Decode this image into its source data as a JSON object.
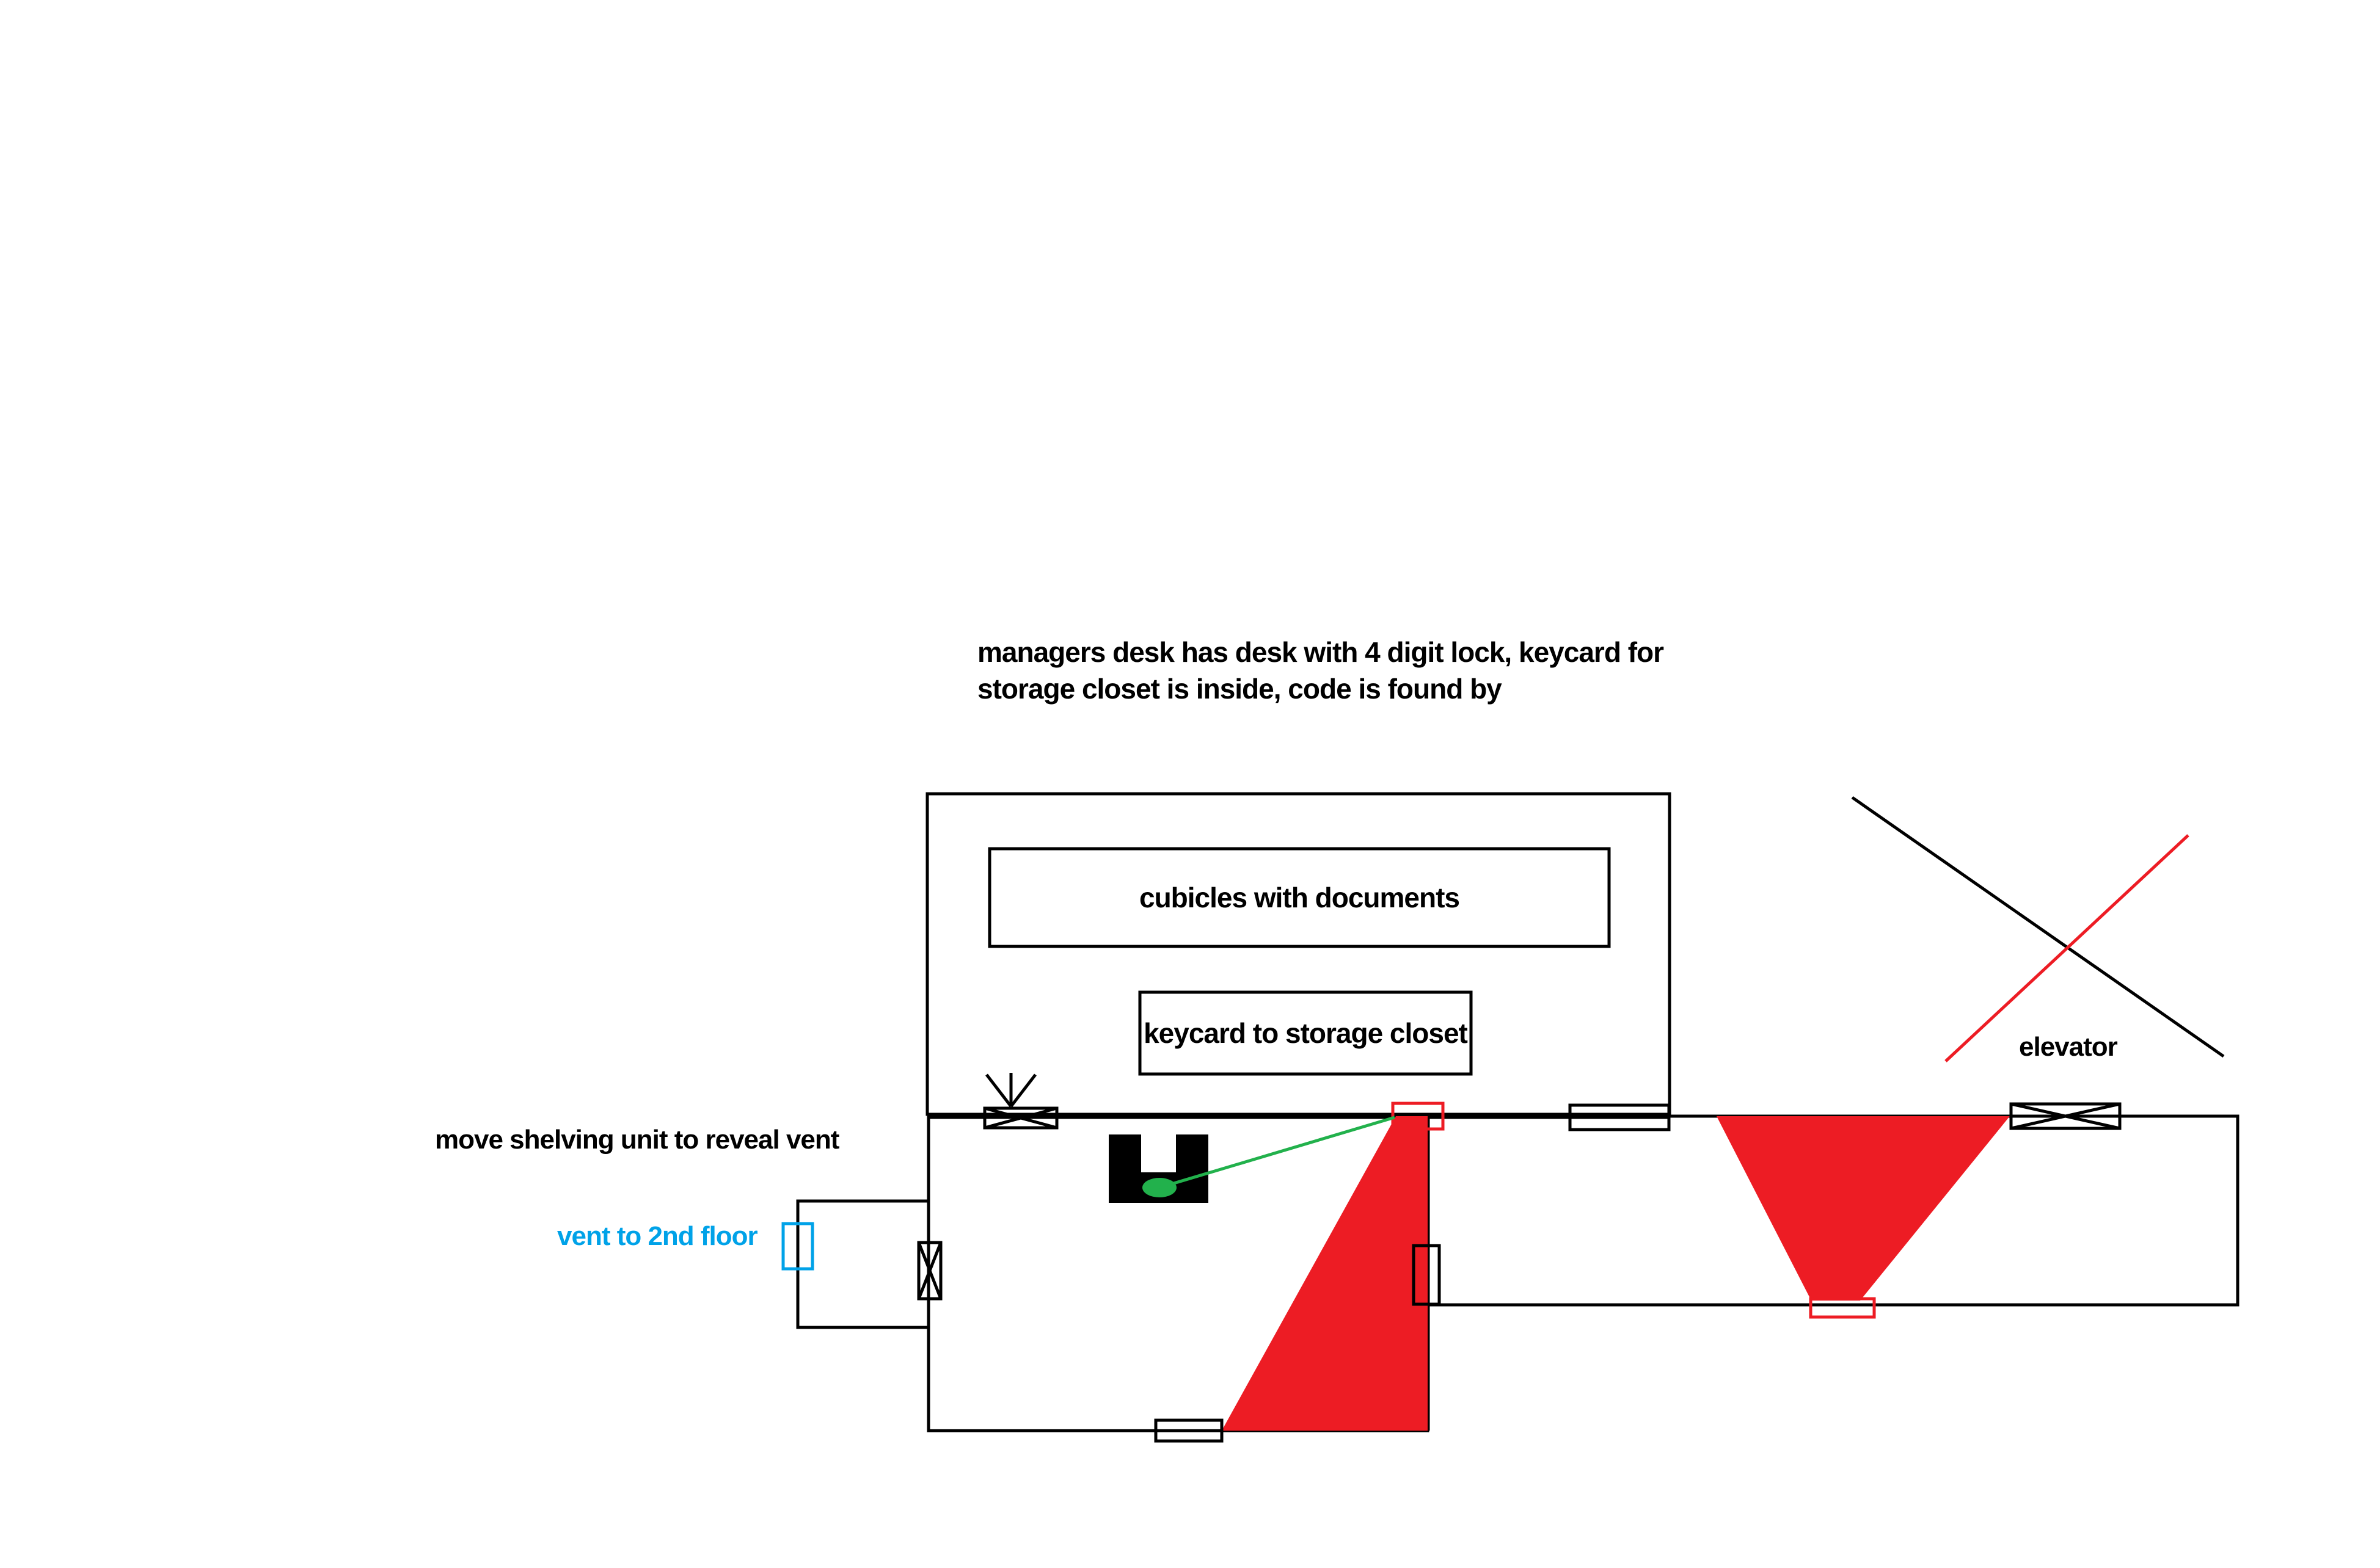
{
  "labels": {
    "manager_note_line1": "managers desk has desk with 4 digit lock, keycard for",
    "manager_note_line2": "storage closet is inside, code is found by",
    "shelving": "move shelving unit to reveal vent",
    "vent": "vent to 2nd floor",
    "cubicles": "cubicles with documents",
    "keycard": "keycard to storage closet",
    "elevator": "elevator"
  },
  "colors": {
    "wall": "#000000",
    "camera_cone": "#ed1c24",
    "camera_link": "#22b14c",
    "vent": "#00a2e8",
    "background": "#ffffff"
  },
  "icons": {
    "desk": "desk-icon",
    "camera": "camera-icon",
    "arrow": "arrow-down-icon",
    "vent": "vent-icon"
  }
}
